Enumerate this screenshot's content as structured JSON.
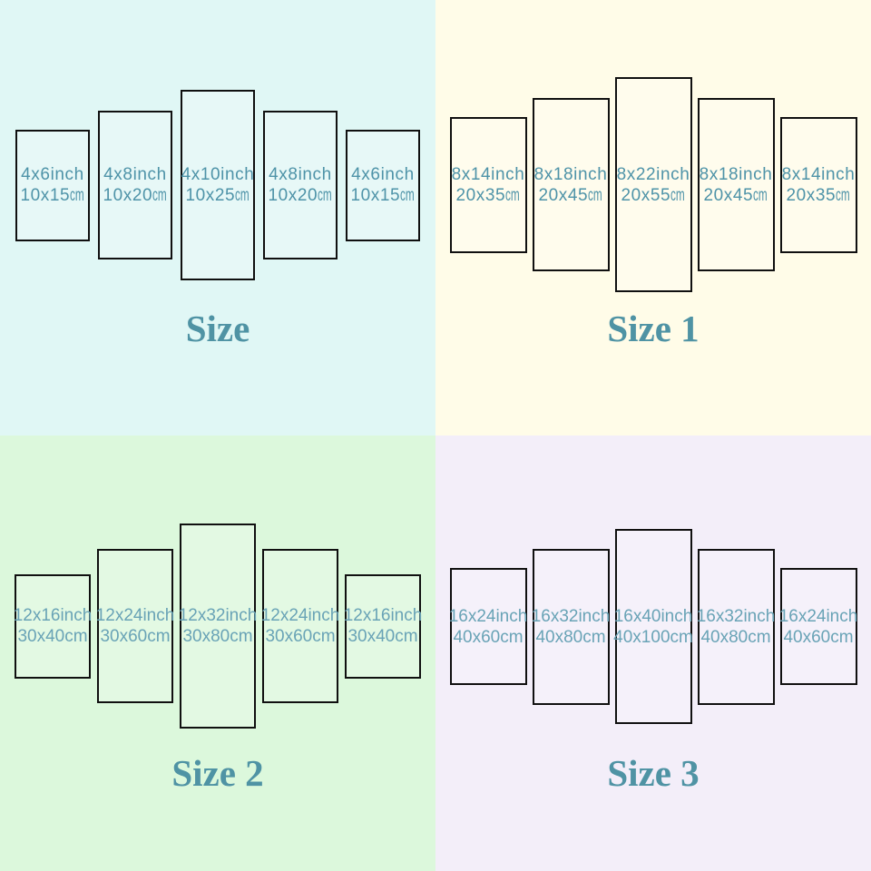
{
  "quadrants": [
    {
      "title": "Size",
      "background": "#e0f7f5",
      "label_color": "#4e93a8",
      "title_color": "#4f93a4",
      "panels": [
        {
          "line1": "4x6inch",
          "dims": "10x15",
          "unit": "cm"
        },
        {
          "line1": "4x8inch",
          "dims": "10x20",
          "unit": "cm"
        },
        {
          "line1": "4x10inch",
          "dims": "10x25",
          "unit": "cm"
        },
        {
          "line1": "4x8inch",
          "dims": "10x20",
          "unit": "cm"
        },
        {
          "line1": "4x6inch",
          "dims": "10x15",
          "unit": "cm"
        }
      ]
    },
    {
      "title": "Size 1",
      "background": "#fffce8",
      "label_color": "#4e93a8",
      "title_color": "#4f93a4",
      "panels": [
        {
          "line1": "8x14inch",
          "dims": "20x35",
          "unit": "cm"
        },
        {
          "line1": "8x18inch",
          "dims": "20x45",
          "unit": "cm"
        },
        {
          "line1": "8x22inch",
          "dims": "20x55",
          "unit": "cm"
        },
        {
          "line1": "8x18inch",
          "dims": "20x45",
          "unit": "cm"
        },
        {
          "line1": "8x14inch",
          "dims": "20x35",
          "unit": "cm"
        }
      ]
    },
    {
      "title": "Size 2",
      "background": "#dcf8dc",
      "label_color": "#69a3b6",
      "title_color": "#4f93a4",
      "panels": [
        {
          "line1": "12x16inch",
          "dims": "30x40",
          "unit": "cm"
        },
        {
          "line1": "12x24inch",
          "dims": "30x60",
          "unit": "cm"
        },
        {
          "line1": "12x32inch",
          "dims": "30x80",
          "unit": "cm"
        },
        {
          "line1": "12x24inch",
          "dims": "30x60",
          "unit": "cm"
        },
        {
          "line1": "12x16inch",
          "dims": "30x40",
          "unit": "cm"
        }
      ]
    },
    {
      "title": "Size 3",
      "background": "#f3eef9",
      "label_color": "#69a3b6",
      "title_color": "#4f93a4",
      "panels": [
        {
          "line1": "16x24inch",
          "dims": "40x60",
          "unit": "cm"
        },
        {
          "line1": "16x32inch",
          "dims": "40x80",
          "unit": "cm"
        },
        {
          "line1": "16x40inch",
          "dims": "40x100",
          "unit": "cm"
        },
        {
          "line1": "16x32inch",
          "dims": "40x80",
          "unit": "cm"
        },
        {
          "line1": "16x24inch",
          "dims": "40x60",
          "unit": "cm"
        }
      ]
    }
  ]
}
